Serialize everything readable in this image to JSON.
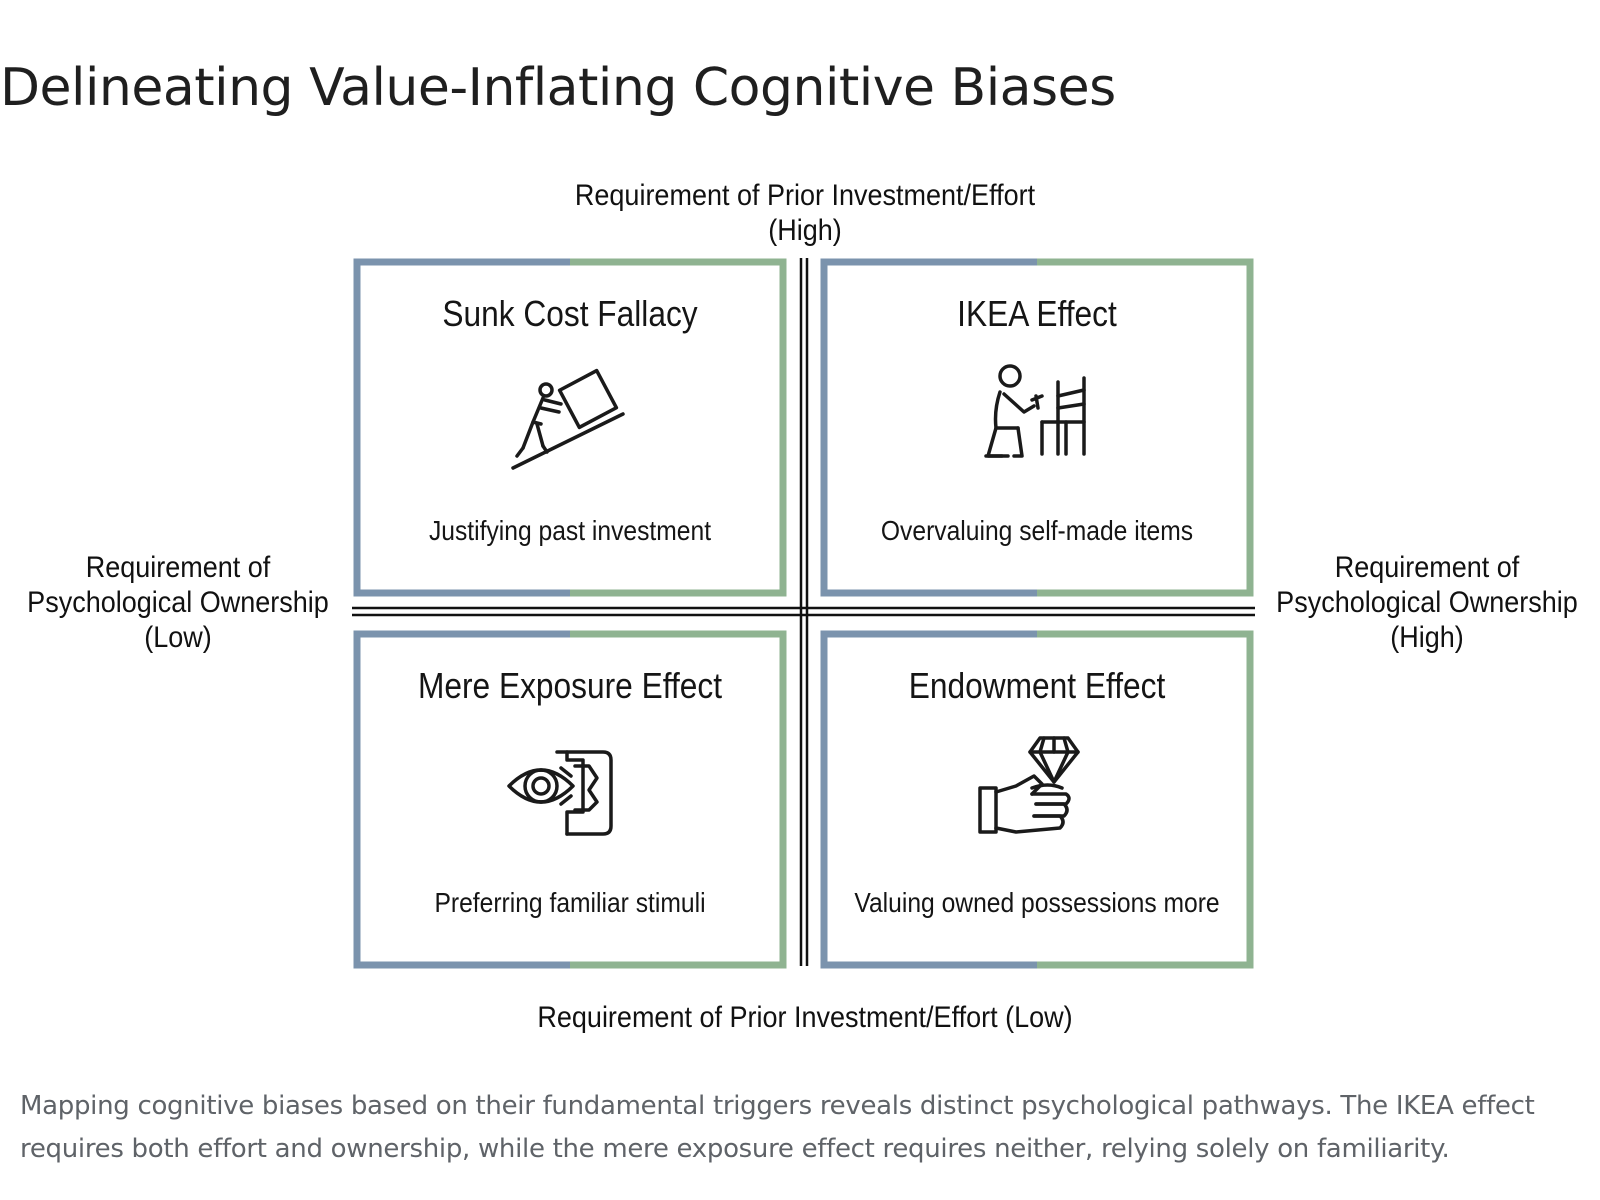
{
  "page": {
    "title": "Delineating Value-Inflating Cognitive Biases",
    "caption": "Mapping cognitive biases based on their fundamental triggers reveals distinct psychological pathways. The IKEA effect requires both effort and ownership, while the mere exposure effect requires neither, relying solely on familiarity."
  },
  "axes": {
    "top": {
      "line1": "Requirement of Prior Investment/Effort",
      "line2": "(High)"
    },
    "bottom": {
      "line1": "Requirement of Prior Investment/Effort (Low)"
    },
    "left": {
      "line1": "Requirement of",
      "line2": "Psychological Ownership",
      "line3": "(Low)"
    },
    "right": {
      "line1": "Requirement of",
      "line2": "Psychological Ownership",
      "line3": "(High)"
    }
  },
  "quadrants": {
    "top_left": {
      "title": "Sunk Cost Fallacy",
      "description": "Justifying past investment",
      "icon": "person-pushing-box-uphill-icon"
    },
    "top_right": {
      "title": "IKEA Effect",
      "description": "Overvaluing self-made items",
      "icon": "person-assembling-chair-icon"
    },
    "bottom_left": {
      "title": "Mere Exposure Effect",
      "description": "Preferring familiar stimuli",
      "icon": "eye-and-door-icon"
    },
    "bottom_right": {
      "title": "Endowment Effect",
      "description": "Valuing owned possessions more",
      "icon": "hand-holding-diamond-icon"
    }
  },
  "colors": {
    "border_blue": "#7b93ad",
    "border_green": "#8fb391",
    "axis_line": "#111111",
    "caption_text": "#5f6368"
  }
}
